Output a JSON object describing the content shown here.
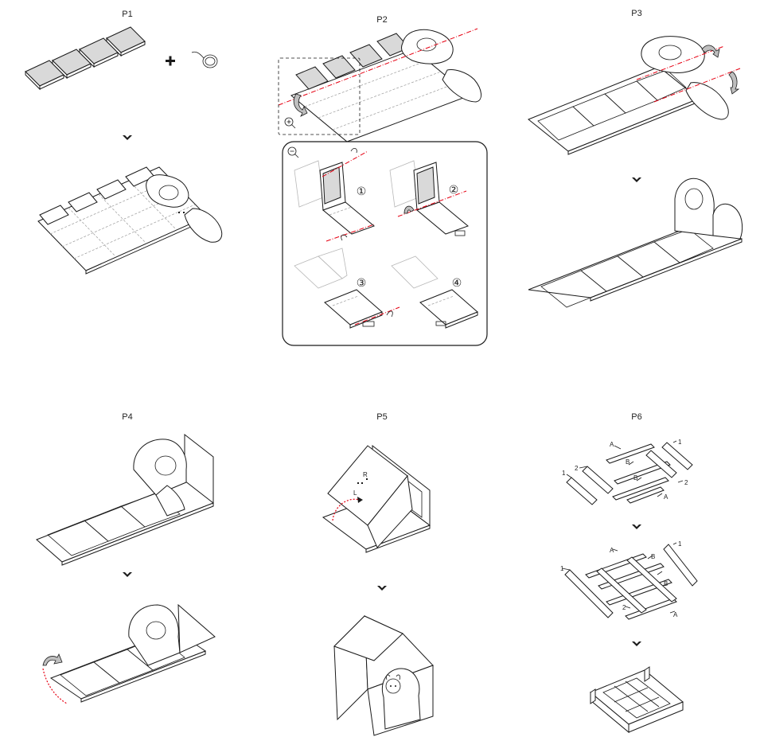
{
  "steps": {
    "p1": "P1",
    "p2": "P2",
    "p3": "P3",
    "p4": "P4",
    "p5": "P5",
    "p6": "P6"
  },
  "sub_steps": [
    "①",
    "②",
    "③",
    "④"
  ],
  "part_labels": {
    "a": "A",
    "b": "B",
    "one": "1",
    "two": "2"
  },
  "door_marks": {
    "r": "R",
    "l": "L"
  },
  "colors": {
    "line": "#1a1a1a",
    "fill": "#d9d9d9",
    "axis": "#e60012",
    "dash": "#9a9a9a"
  },
  "icons": {
    "next": "chevron-down-icon",
    "plus": "plus-icon",
    "zoom_in": "zoom-in-icon",
    "zoom_out": "zoom-out-icon",
    "hinge": "hinge-spring-icon"
  }
}
